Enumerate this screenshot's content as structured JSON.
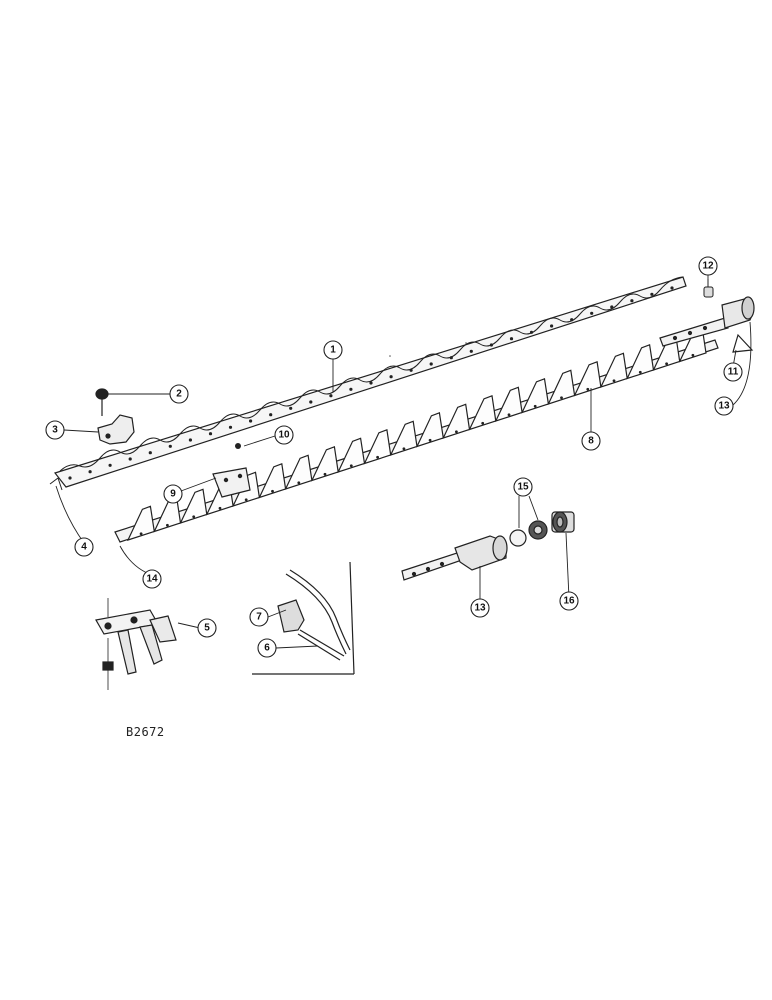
{
  "figure_code": "B2672",
  "callouts": {
    "c1": "1",
    "c2": "2",
    "c3": "3",
    "c4": "4",
    "c5": "5",
    "c6": "6",
    "c7": "7",
    "c8": "8",
    "c9": "9",
    "c10": "10",
    "c11": "11",
    "c12": "12",
    "c13a": "13",
    "c13b": "13",
    "c14": "14",
    "c15": "15",
    "c16": "16"
  }
}
